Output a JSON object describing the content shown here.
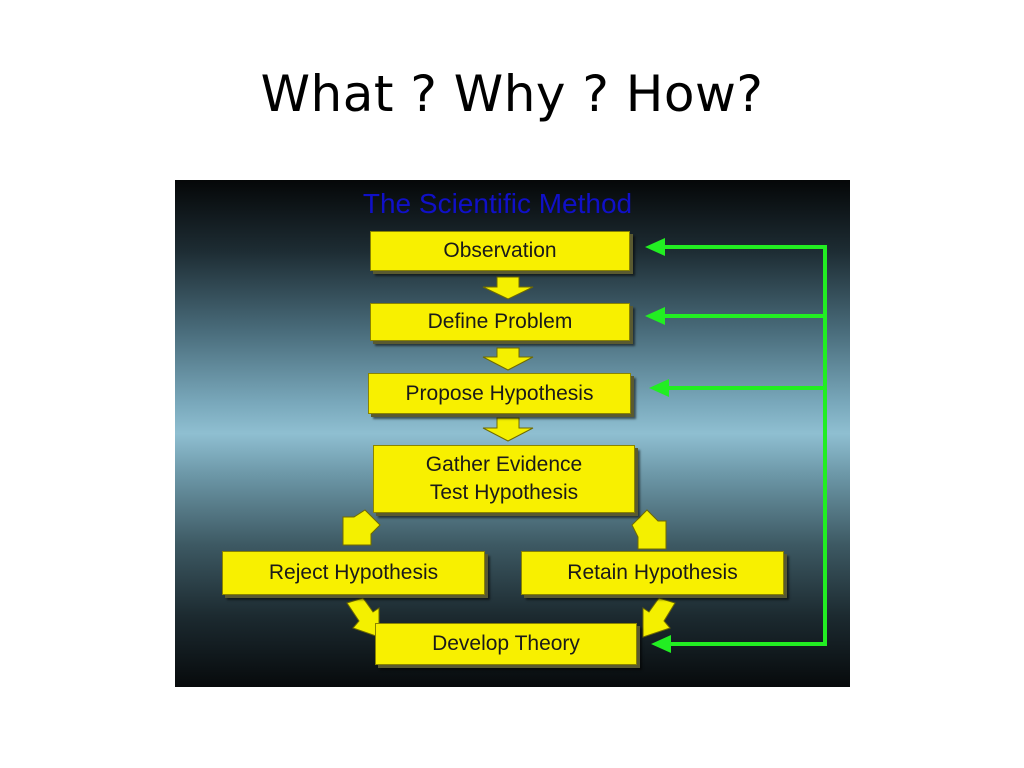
{
  "slide": {
    "title": "What ? Why ? How?"
  },
  "diagram": {
    "title": "The Scientific Method",
    "steps": {
      "observation": "Observation",
      "define_problem": "Define Problem",
      "propose_hypothesis": "Propose Hypothesis",
      "gather_evidence_line1": "Gather Evidence",
      "gather_evidence_line2": "Test Hypothesis",
      "reject_hypothesis": "Reject Hypothesis",
      "retain_hypothesis": "Retain Hypothesis",
      "develop_theory": "Develop Theory"
    },
    "colors": {
      "box_fill": "#f8f000",
      "down_arrow_fill": "#f4f000",
      "feedback_arrow": "#22ee22",
      "title_text": "#1010c8"
    }
  }
}
